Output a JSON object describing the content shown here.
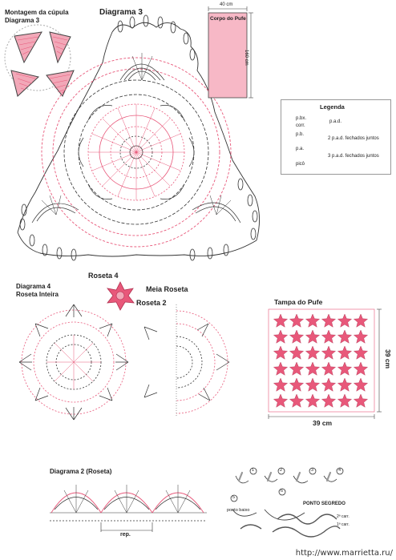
{
  "titles": {
    "assembly_line1": "Montagem da cúpula",
    "assembly_line2": "Diagrama 3",
    "diagram3": "Diagrama 3",
    "diagram4_line1": "Diagrama 4",
    "diagram4_line2": "Roseta Inteira",
    "roseta4": "Roseta 4",
    "meia_roseta": "Meia Roseta",
    "roseta2": "Roseta 2",
    "tampa": "Tampa do Pufe",
    "diagram2": "Diagrama 2 (Roseta)",
    "rep": "rep."
  },
  "body_panel": {
    "label": "Corpo do Pufe",
    "width": "40 cm",
    "height": "160 cm"
  },
  "lid": {
    "width": "39 cm",
    "height": "39 cm"
  },
  "legend": {
    "title": "Legenda",
    "left": [
      "p.bx.",
      "corr.",
      "p.b.",
      "p.a.",
      "picô"
    ],
    "right": [
      "p.a.d.",
      "2 p.a.d. fechados juntos",
      "3 p.a.d. fechados juntos"
    ]
  },
  "steps": {
    "numbers": [
      "1",
      "2",
      "3",
      "4",
      "5",
      "6"
    ],
    "ponto_baixo": "ponto baixo",
    "ponto_segredo": "PONTO SEGREDO",
    "carr2": "2ª carr.",
    "carr1": "1ª carr."
  },
  "watermark": "http://www.marrietta.ru/",
  "colors": {
    "pink": "#e8587a",
    "pink_light": "#f2a8b8",
    "dark": "#333333",
    "panel_fill": "#f7b8c6"
  }
}
